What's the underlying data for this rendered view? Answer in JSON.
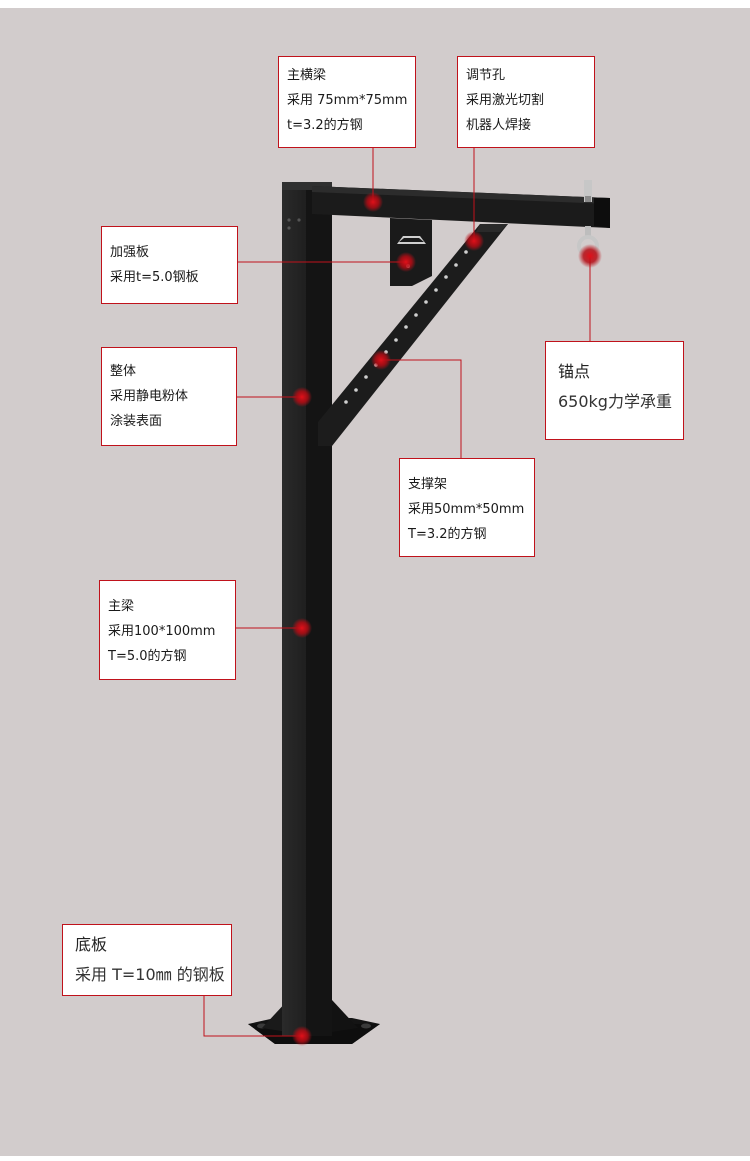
{
  "colors": {
    "background": "#d2cccc",
    "frame": "#1c1c1c",
    "accent": "#c0121b",
    "callout_fill": "#ffffff"
  },
  "callouts": {
    "main_crossbeam": {
      "title": "主横梁",
      "lines": [
        "采用 75mm*75mm",
        "t=3.2的方钢"
      ]
    },
    "adjust_holes": {
      "title": "调节孔",
      "lines": [
        "采用激光切割",
        "机器人焊接"
      ]
    },
    "reinforcement_plate": {
      "title": "加强板",
      "lines": [
        "采用t=5.0钢板"
      ]
    },
    "overall": {
      "title": "整体",
      "lines": [
        "采用静电粉体",
        "涂装表面"
      ]
    },
    "anchor_point": {
      "title": "锚点",
      "lines": [
        "650kg力学承重"
      ]
    },
    "support_frame": {
      "title": "支撑架",
      "lines": [
        "采用50mm*50mm",
        "T=3.2的方钢"
      ]
    },
    "main_beam": {
      "title": "主梁",
      "lines": [
        "采用100*100mm",
        "T=5.0的方钢"
      ]
    },
    "base_plate": {
      "title": "底板",
      "lines": [
        "采用 T=10㎜ 的钢板"
      ]
    }
  }
}
